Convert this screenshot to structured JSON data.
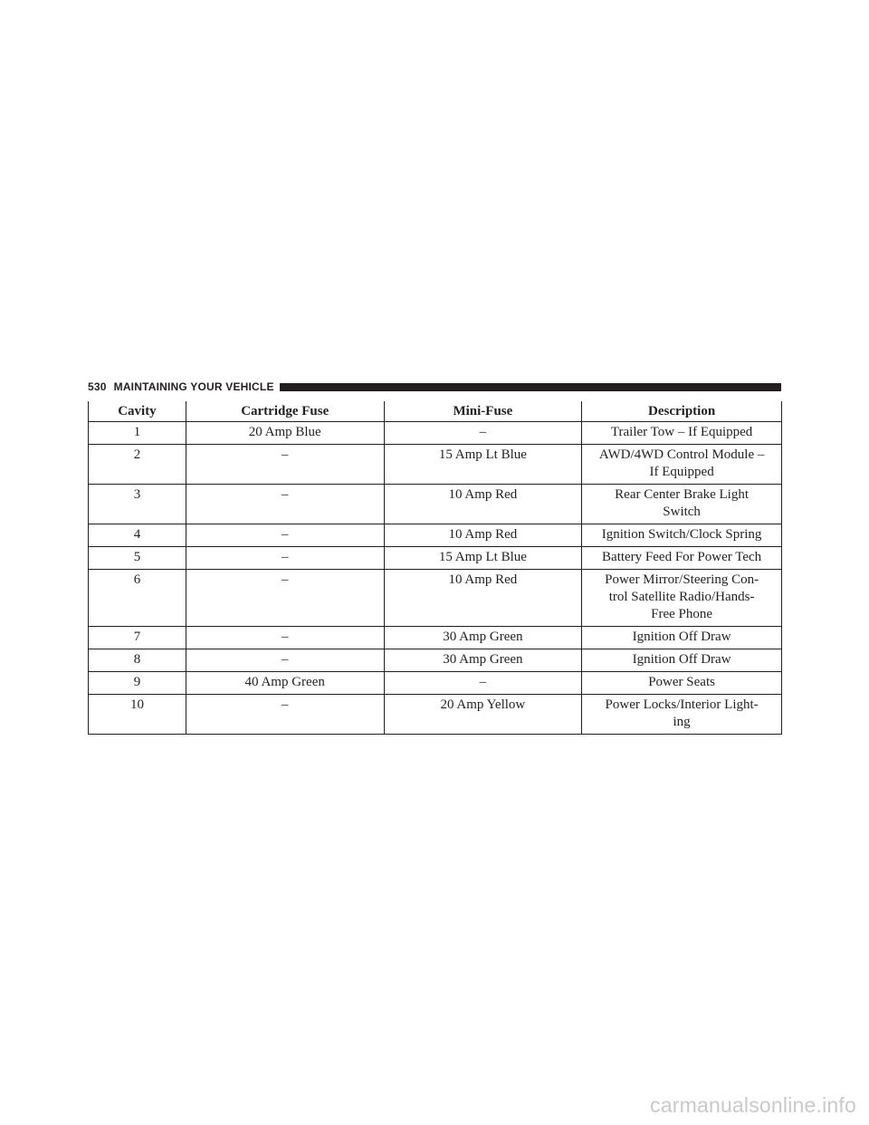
{
  "header": {
    "page_number": "530",
    "section_title": "MAINTAINING YOUR VEHICLE"
  },
  "table": {
    "columns": [
      "Cavity",
      "Cartridge Fuse",
      "Mini-Fuse",
      "Description"
    ],
    "rows": [
      {
        "cavity": "1",
        "cartridge": "20 Amp Blue",
        "mini": "–",
        "description": [
          "Trailer Tow – If Equipped"
        ]
      },
      {
        "cavity": "2",
        "cartridge": "–",
        "mini": "15 Amp Lt Blue",
        "description": [
          "AWD/4WD Control Module –",
          "If Equipped"
        ]
      },
      {
        "cavity": "3",
        "cartridge": "–",
        "mini": "10 Amp Red",
        "description": [
          "Rear Center Brake Light",
          "Switch"
        ]
      },
      {
        "cavity": "4",
        "cartridge": "–",
        "mini": "10 Amp Red",
        "description": [
          "Ignition Switch/Clock Spring"
        ]
      },
      {
        "cavity": "5",
        "cartridge": "–",
        "mini": "15 Amp Lt Blue",
        "description": [
          "Battery Feed For Power Tech"
        ]
      },
      {
        "cavity": "6",
        "cartridge": "–",
        "mini": "10 Amp Red",
        "description": [
          "Power Mirror/Steering Con-",
          "trol Satellite Radio/Hands-",
          "Free Phone"
        ]
      },
      {
        "cavity": "7",
        "cartridge": "–",
        "mini": "30 Amp Green",
        "description": [
          "Ignition Off Draw"
        ]
      },
      {
        "cavity": "8",
        "cartridge": "–",
        "mini": "30 Amp Green",
        "description": [
          "Ignition Off Draw"
        ]
      },
      {
        "cavity": "9",
        "cartridge": "40 Amp Green",
        "mini": "–",
        "description": [
          "Power Seats"
        ]
      },
      {
        "cavity": "10",
        "cartridge": "–",
        "mini": "20 Amp Yellow",
        "description": [
          "Power Locks/Interior Light-",
          "ing"
        ]
      }
    ]
  },
  "watermark": "carmanualsonline.info"
}
